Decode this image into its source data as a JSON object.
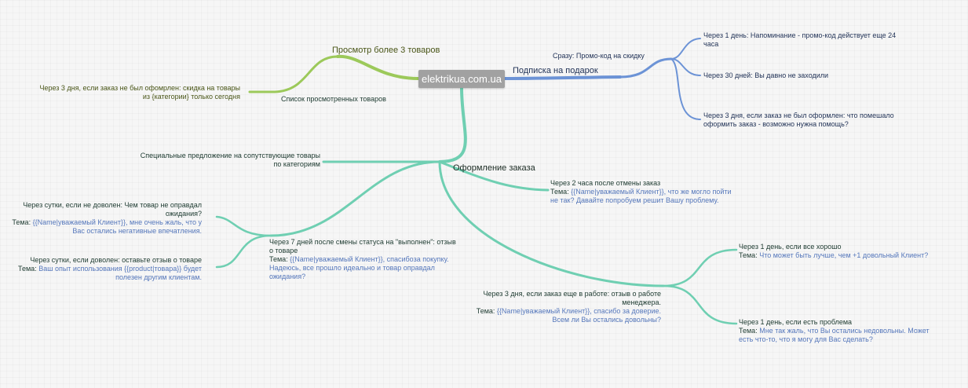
{
  "root": {
    "label": "elektrikua.com.ua"
  },
  "colors": {
    "teal": "#6fcfb2",
    "green": "#9cc95a",
    "blue": "#6c93d6",
    "value_text": "#5577bb"
  },
  "topic_label": "Тема:",
  "branches": {
    "views": {
      "title": "Просмотр более 3 товаров",
      "sub": "Список просмотренных товаров",
      "leaf": [
        "Через 3 дня, если заказ не был офомрлен: скидка на товары",
        "из {категории} только сегодня"
      ]
    },
    "subscribe": {
      "title": "Подписка на подарок",
      "sub": "Сразу: Промо-код на скидку",
      "leaves": [
        [
          "Через 1 день: Напоминание - промо-код действует еще 24",
          "часа"
        ],
        [
          "Через 30 дней: Вы давно не заходили"
        ],
        [
          "Через 3 дня, если заказ не был оформлен: что помешало",
          "оформить заказ - возможно нужна помощь?"
        ]
      ]
    },
    "order": {
      "title": "Оформление заказа",
      "special": [
        "Специальные предложение на сопутствующие товары",
        "по категориям"
      ],
      "cancel": {
        "label": "Через 2 часа после отмены заказ",
        "value": [
          "{{Name|уважаемый Клиент}}, что же могло пойти",
          "не так? Давайте попробуем решит Вашу проблему."
        ]
      },
      "done": {
        "label": [
          "Через 7 дней после смены статуса на \"выполнен\": отзыв",
          "о товаре"
        ],
        "value": [
          "{{Name|уважаемый Клиент}}, спасибоза покупку.",
          "Надеюсь, все прошло идеально и товар оправдал",
          "ожидания?"
        ],
        "unhappy": {
          "label": [
            "Через сутки, если не доволен: Чем товар не оправдал",
            "ожидания?"
          ],
          "value": [
            "{{Name|уважаемый Клиент}}, мне очень жаль, что у",
            "Вас остались негативные впечатления."
          ]
        },
        "happy": {
          "label": "Через сутки, если доволен: оставьте отзыв о товаре",
          "value": [
            "Ваш опыт использования {{product|товара}} будет",
            "полезен другим клиентам."
          ]
        }
      },
      "inwork": {
        "label": [
          "Через 3 дня, если заказ еще в работе: отзыв о работе",
          "менеджера."
        ],
        "value": [
          "{{Name|уважаемый Клиент}}, спасибо за доверие.",
          "Всем ли Вы остались довольны?"
        ],
        "good": {
          "label": "Через 1 день, если все хорошо",
          "value": "Что может быть лучше, чем +1 довольный Клиент?"
        },
        "problem": {
          "label": "Через 1 день, если есть проблема",
          "value": [
            "Мне так жаль, что Вы остались недовольны. Может",
            "есть что-то, что я могу для Вас сделать?"
          ]
        }
      }
    }
  }
}
